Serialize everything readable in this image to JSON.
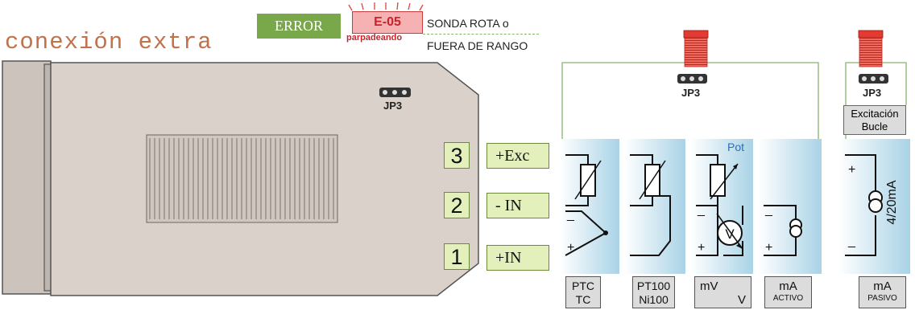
{
  "title": "conexión extra",
  "error": {
    "badge": "ERROR",
    "code": "E-05",
    "blink_label": "parpadeando",
    "message_line1": "SONDA ROTA o",
    "message_line2": "FUERA DE RANGO"
  },
  "device": {
    "jumper_label": "JP3"
  },
  "terminals": [
    {
      "number": "3",
      "label": "+Exc"
    },
    {
      "number": "2",
      "label": "- IN"
    },
    {
      "number": "1",
      "label": "+IN"
    }
  ],
  "jumpers": [
    {
      "label": "JP3"
    },
    {
      "label": "JP3"
    }
  ],
  "excitation_label": [
    "Excitación",
    "Bucle"
  ],
  "pot_label": "Pot",
  "meter_symbol": "V",
  "current_range": "4/20mA",
  "polarity": {
    "plus": "+",
    "minus": "_"
  },
  "captions": {
    "ptc": [
      "PTC",
      "TC"
    ],
    "pt100": [
      "PT100",
      "Ni100"
    ],
    "mv": [
      "mV",
      "V"
    ],
    "ma_activo": [
      "mA",
      "ACTIVO"
    ],
    "ma_pasivo": [
      "mA",
      "PASIVO"
    ]
  },
  "colors": {
    "accent_green": "#78a84a",
    "error_red": "#c8242c",
    "title_orange": "#c2714a",
    "panel_blue": "#a9d3e6",
    "device_grey": "#d9d1ca"
  }
}
